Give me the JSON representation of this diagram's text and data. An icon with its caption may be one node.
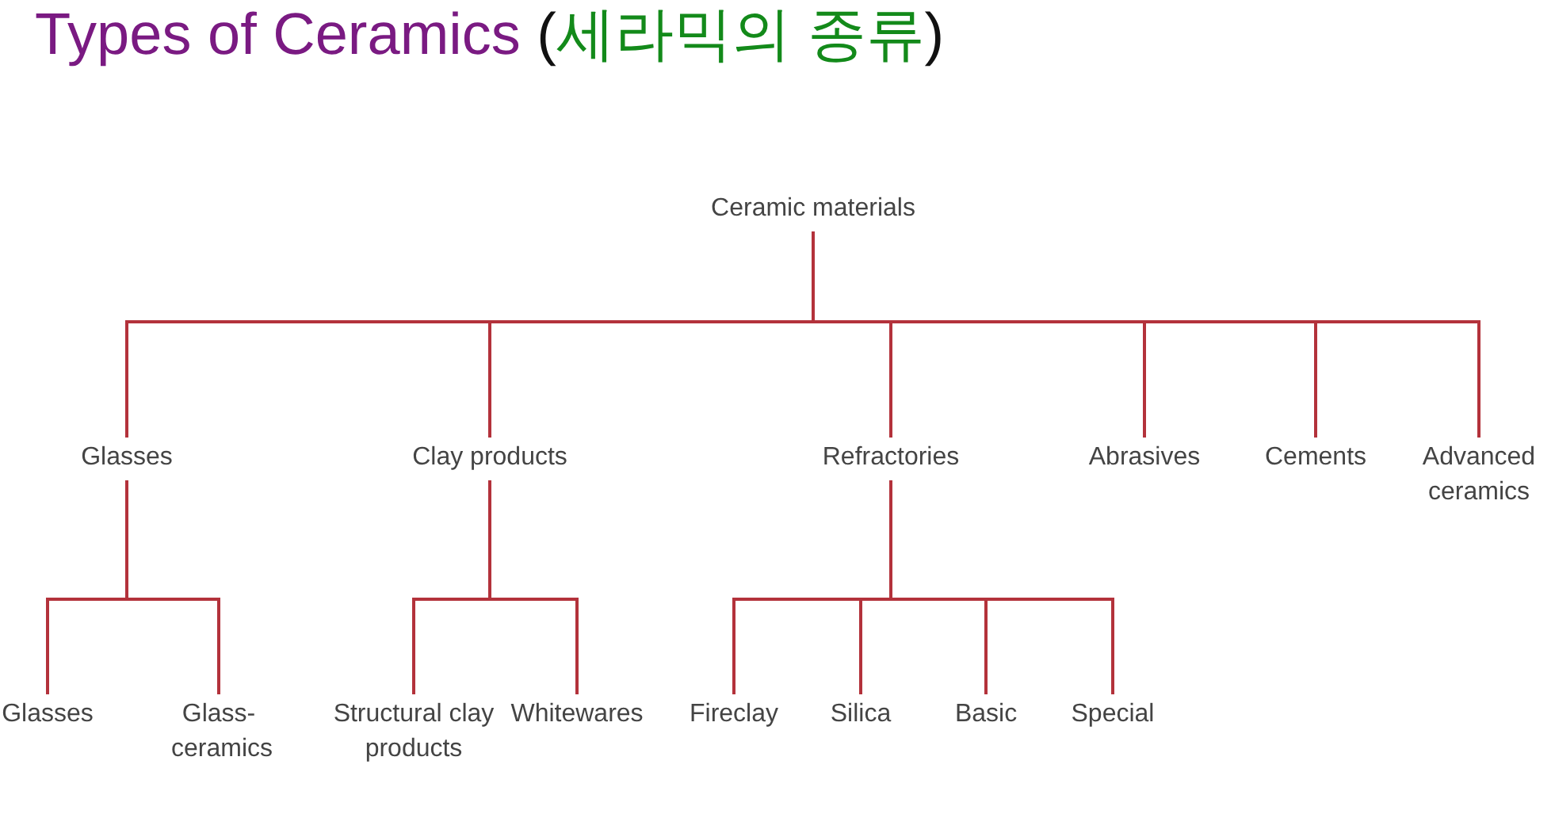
{
  "diagram": {
    "title": "Types of Ceramics (세라믹의 종류)",
    "nodes": [
      {
        "text": [
          "Ceramic materials"
        ]
      },
      {
        "text": [
          "Glasses"
        ]
      },
      {
        "text": [
          "Clay products"
        ]
      },
      {
        "text": [
          "Refractories"
        ]
      },
      {
        "text": [
          "Abrasives"
        ]
      },
      {
        "text": [
          "Cements"
        ]
      },
      {
        "text": [
          "Advanced ceramics"
        ]
      },
      {
        "text": [
          "Glasses"
        ]
      },
      {
        "text": [
          "Glass-ceramics"
        ]
      },
      {
        "text": [
          "Structural clay products"
        ]
      },
      {
        "text": [
          "Whitewares"
        ]
      },
      {
        "text": [
          "Fireclay"
        ]
      },
      {
        "text": [
          "Silica"
        ]
      },
      {
        "text": [
          "Basic"
        ]
      },
      {
        "text": [
          "Special"
        ]
      }
    ],
    "edges": [
      {
        "from": 0,
        "to": 1,
        "arrow": "none"
      },
      {
        "from": 0,
        "to": 2,
        "arrow": "none"
      },
      {
        "from": 0,
        "to": 3,
        "arrow": "none"
      },
      {
        "from": 0,
        "to": 4,
        "arrow": "none"
      },
      {
        "from": 0,
        "to": 5,
        "arrow": "none"
      },
      {
        "from": 0,
        "to": 6,
        "arrow": "none"
      },
      {
        "from": 1,
        "to": 7,
        "arrow": "none"
      },
      {
        "from": 1,
        "to": 8,
        "arrow": "none"
      },
      {
        "from": 2,
        "to": 9,
        "arrow": "none"
      },
      {
        "from": 2,
        "to": 10,
        "arrow": "none"
      },
      {
        "from": 3,
        "to": 11,
        "arrow": "none"
      },
      {
        "from": 3,
        "to": 12,
        "arrow": "none"
      },
      {
        "from": 3,
        "to": 13,
        "arrow": "none"
      },
      {
        "from": 3,
        "to": 14,
        "arrow": "none"
      }
    ]
  }
}
